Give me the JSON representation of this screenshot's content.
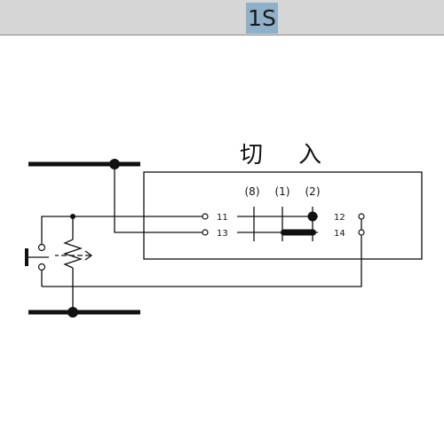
{
  "header": {
    "title": "1S"
  },
  "diagram": {
    "mode_chars": [
      "切",
      "入"
    ],
    "positions": [
      "(8)",
      "(1)",
      "(2)"
    ],
    "terminals": {
      "t11": "11",
      "t13": "13",
      "t12": "12",
      "t14": "14"
    },
    "colors": {
      "line": "#111111",
      "header_bg": "#d6d6d6",
      "title_highlight": "#8fb0c9"
    }
  }
}
